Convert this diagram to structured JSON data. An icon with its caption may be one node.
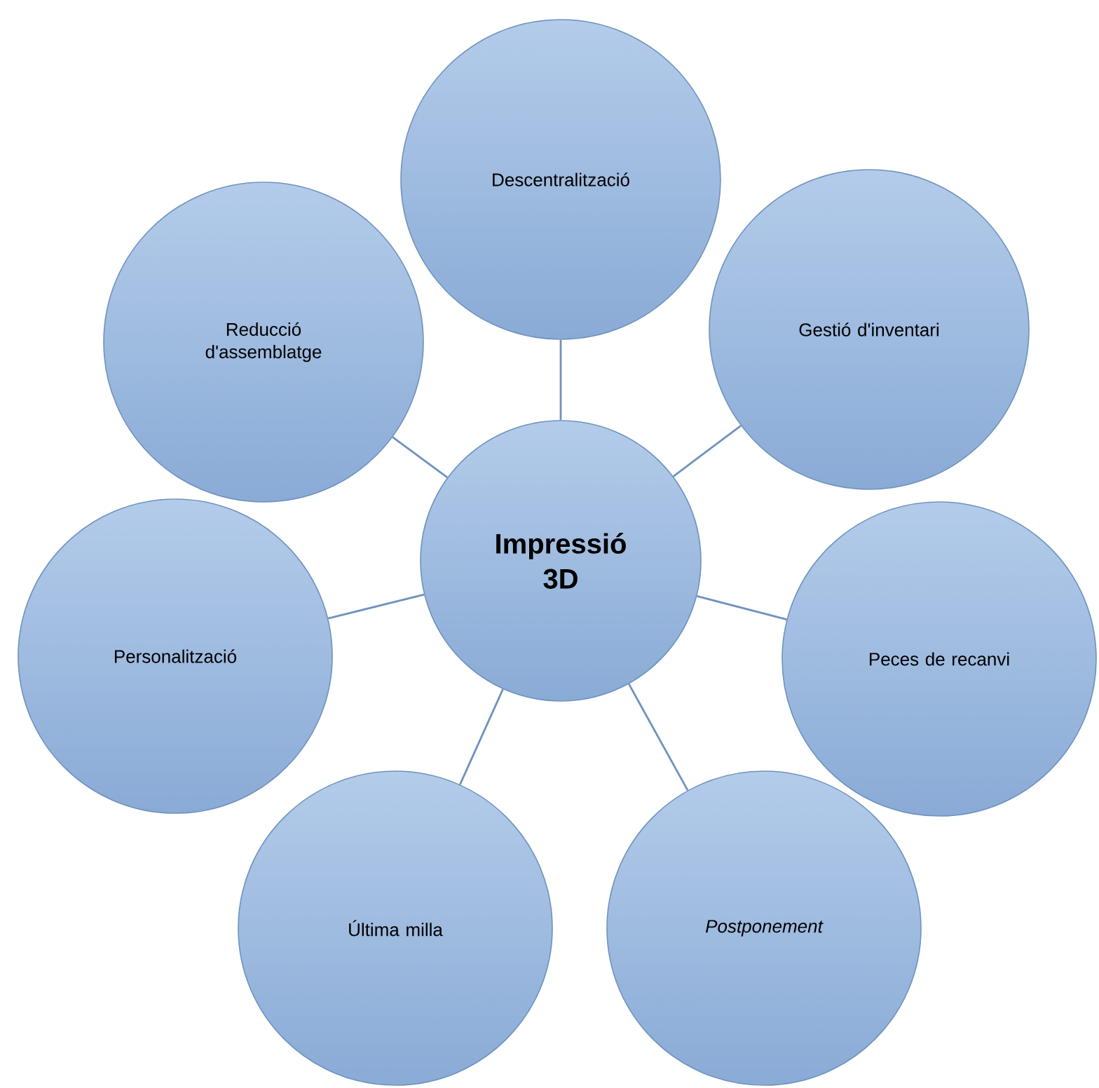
{
  "diagram": {
    "nodes": [
      {
        "text": [
          "Impressió 3D"
        ]
      },
      {
        "text": [
          "Descentralització"
        ]
      },
      {
        "text": [
          "Gestió d'inventari"
        ]
      },
      {
        "text": [
          "Peces de recanvi"
        ]
      },
      {
        "text": [
          "Postponement"
        ]
      },
      {
        "text": [
          "Última milla"
        ]
      },
      {
        "text": [
          "Personalització"
        ]
      },
      {
        "text": [
          "Reducció d'assemblatge"
        ]
      }
    ],
    "edges": [
      {
        "from": 0,
        "to": 1,
        "arrow": "none"
      },
      {
        "from": 0,
        "to": 2,
        "arrow": "none"
      },
      {
        "from": 0,
        "to": 3,
        "arrow": "none"
      },
      {
        "from": 0,
        "to": 4,
        "arrow": "none"
      },
      {
        "from": 0,
        "to": 5,
        "arrow": "none"
      },
      {
        "from": 0,
        "to": 6,
        "arrow": "none"
      },
      {
        "from": 0,
        "to": 7,
        "arrow": "none"
      }
    ]
  }
}
